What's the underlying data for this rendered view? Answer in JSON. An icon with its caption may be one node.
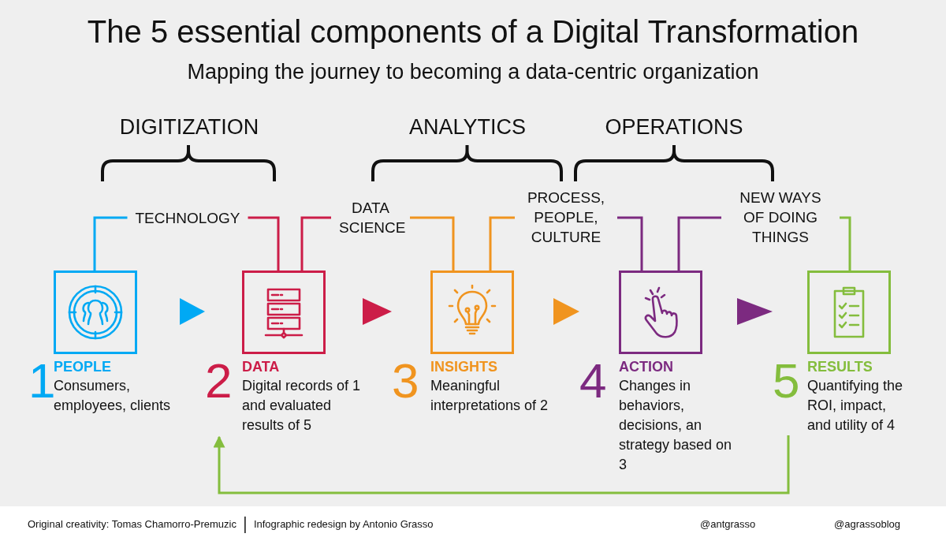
{
  "diagram": {
    "title": "The 5 essential components of a Digital Transformation",
    "nodes": [
      {
        "text": [
          "TECHNOLOGY"
        ]
      },
      {
        "text": [
          "DATA SCIENCE"
        ]
      },
      {
        "text": [
          "PROCESS, PEOPLE, CULTURE"
        ]
      },
      {
        "text": [
          "NEW WAYS OF DOING THINGS"
        ]
      },
      {
        "text": [
          "1",
          "PEOPLE",
          "Consumers, employees, clients"
        ]
      },
      {
        "text": [
          "2",
          "DATA",
          "Digital records of 1 and evaluated results of 5"
        ]
      },
      {
        "text": [
          "3",
          "INSIGHTS",
          "Meaningful interpretations of 2"
        ]
      },
      {
        "text": [
          "4",
          "ACTION",
          "Changes in behaviors, decisions, an strategy based on 3"
        ]
      },
      {
        "text": [
          "5",
          "RESULTS",
          "Quantifying the ROI, impact, and utility of 4"
        ]
      }
    ],
    "edges": [
      {
        "from": 0,
        "to": 4,
        "arrow": "none",
        "color": "#00a9f4"
      },
      {
        "from": 0,
        "to": 5,
        "arrow": "none",
        "color": "#cc1d48"
      },
      {
        "from": 1,
        "to": 5,
        "arrow": "none",
        "color": "#cc1d48"
      },
      {
        "from": 1,
        "to": 6,
        "arrow": "none",
        "color": "#f0941f"
      },
      {
        "from": 2,
        "to": 6,
        "arrow": "none",
        "color": "#f0941f"
      },
      {
        "from": 2,
        "to": 7,
        "arrow": "none",
        "color": "#7c2a80"
      },
      {
        "from": 3,
        "to": 7,
        "arrow": "none",
        "color": "#7c2a80"
      },
      {
        "from": 3,
        "to": 8,
        "arrow": "none",
        "color": "#84bd3d"
      },
      {
        "from": 4,
        "to": 5,
        "arrow": "to",
        "color": "#00a9f4"
      },
      {
        "from": 5,
        "to": 6,
        "arrow": "to",
        "color": "#cc1d48"
      },
      {
        "from": 6,
        "to": 7,
        "arrow": "to",
        "color": "#f0941f"
      },
      {
        "from": 7,
        "to": 8,
        "arrow": "to",
        "color": "#7c2a80"
      },
      {
        "from": 8,
        "to": 5,
        "arrow": "to",
        "color": "#84bd3d"
      }
    ],
    "labels": [
      "Mapping the journey to becoming a data-centric organization",
      "DIGITIZATION",
      "ANALYTICS",
      "OPERATIONS",
      "Original creativity: Tomas Chamorro-Premuzic",
      "Infographic redesign by Antonio Grasso",
      "@antgrasso",
      "@agrassoblog"
    ]
  }
}
